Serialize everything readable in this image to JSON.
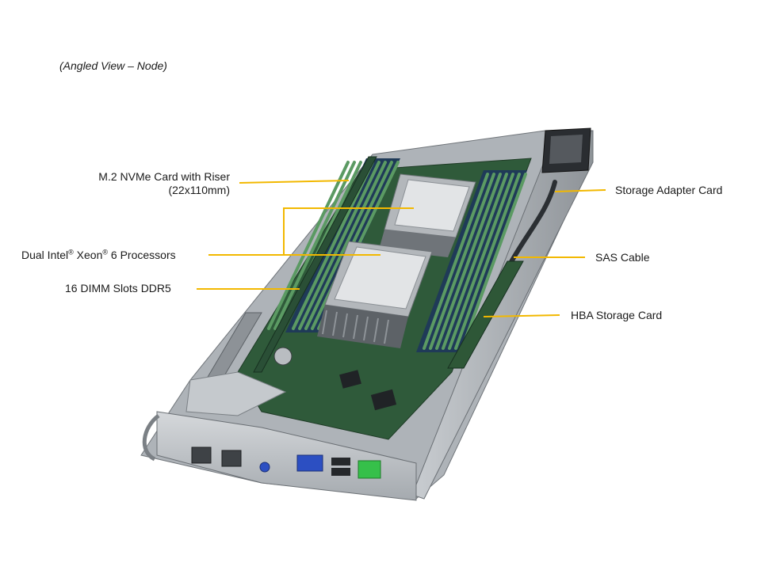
{
  "caption": "(Angled View – Node)",
  "labels": {
    "m2_line1": "M.2 NVMe Card with Riser",
    "m2_line2": "(22x110mm)",
    "cpu_prefix": "Dual Intel",
    "cpu_mid": " Xeon",
    "cpu_suffix": " 6 Processors",
    "reg_mark": "®",
    "dimm": "16 DIMM Slots DDR5",
    "storage_adapter": "Storage Adapter Card",
    "sas": "SAS Cable",
    "hba": "HBA Storage Card"
  },
  "colors": {
    "leader": "#F2B800",
    "chassis": "#b9bec3",
    "pcb": "#2f5a3a",
    "dimm_slot": "#1f3a58",
    "dimm_module": "#4e8a55",
    "heatsink": "#9ea3a8",
    "rj45_green": "#36c04a",
    "vga_blue": "#2c4fc2"
  },
  "icons": {
    "lan_ports": "rj45-port-icon",
    "vga": "vga-port-icon",
    "usb": "usb-port-icon"
  }
}
